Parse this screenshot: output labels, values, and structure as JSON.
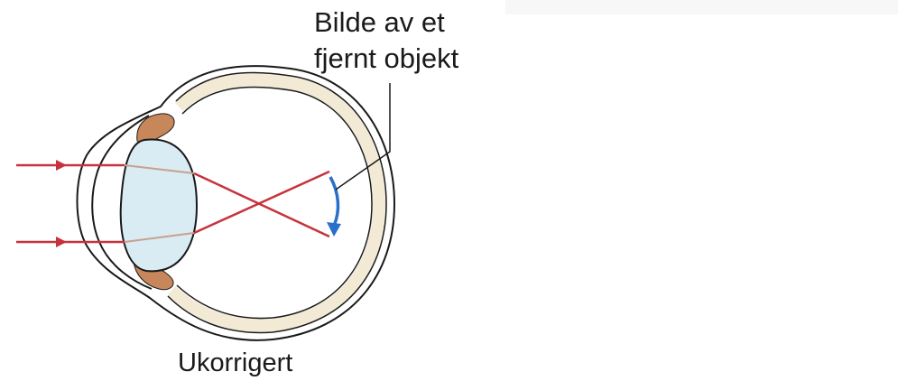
{
  "annotation": {
    "line1": "Bilde av et",
    "line2": "fjernt objekt"
  },
  "label": "Ukorrigert",
  "colors": {
    "ray": "#c8323c",
    "image_arrow": "#2a6fc9",
    "eye_outline": "#1a1a1a",
    "sclera_fill": "#f3ead5",
    "lens_fill": "#d9ecf3",
    "ciliary_fill": "#c8875a"
  }
}
